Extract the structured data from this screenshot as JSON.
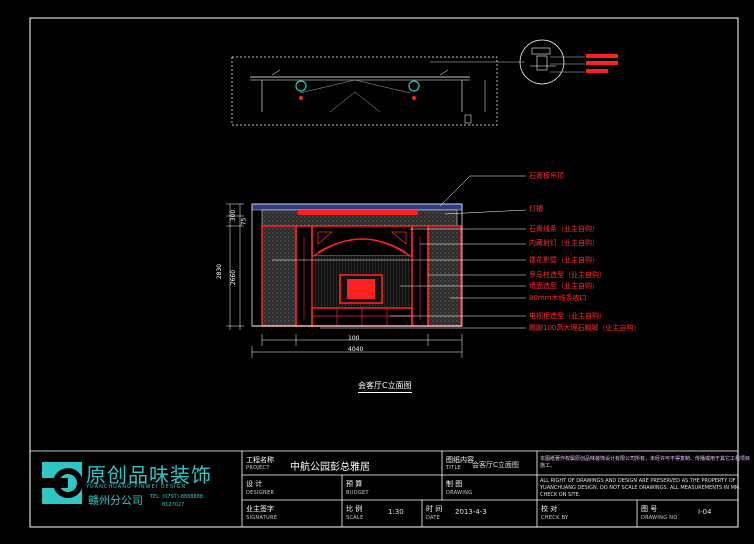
{
  "drawing": {
    "caption": "会客厅C立面图",
    "callouts": [
      "石膏板吊顶",
      "灯槽",
      "石膏线条（业主自购）",
      "内藏射灯（业主自购）",
      "镂花影壁（业主自购）",
      "罗马柱造型（业主自购）",
      "墙面造型（业主自购）",
      "80mm木线条收口",
      "电视柜造型（业主自购）",
      "踢脚100高大理石踢脚（业主自购）"
    ],
    "dimensions": [
      "300",
      "2830",
      "75",
      "2660",
      "4040",
      "100"
    ]
  },
  "titleblock": {
    "logo_cn": "原创品味装饰",
    "logo_en": "YUANCHUANG PINWEI DESIGN",
    "logo_branch": "赣州分公司",
    "logo_tel": "TEL: (0797)-8888888",
    "logo_tel2": "8127027",
    "project_cn": "工程名称",
    "project_en": "PROJECT",
    "project_value": "中航公园彭总雅居",
    "title_cn": "图纸内容",
    "title_en": "TITLE",
    "title_value": "会客厅C立面图",
    "designer_cn": "设  计",
    "designer_en": "DESIGNER",
    "budget_cn": "预  算",
    "budget_en": "BUDGET",
    "drawing_cn": "制  图",
    "drawing_en": "DRAWING",
    "signature_cn": "业主签字",
    "signature_en": "SIGNATURE",
    "scale_cn": "比  例",
    "scale_en": "SCALE",
    "scale_value": "1:30",
    "date_cn": "时  间",
    "date_en": "DATE",
    "date_value": "2013-4-3",
    "check_cn": "校  对",
    "check_en": "CHECK BY",
    "drawingno_cn": "图  号",
    "drawingno_en": "DRAWING NO",
    "drawingno_value": "I-04",
    "note_cn": "本图纸著作权属原创品味装饰设计有限公司所有，未经许可不得复制、传播或用于其它工程项目施工。",
    "note_en": "ALL RIGHT OF DRAWINGS AND DESIGN ARE PRESERVED AS THE PROPERTY OF YUANCHUANG DESIGN. DO NOT SCALE DRAWINGS. ALL MEASUREMENTS IN MM. CHECK ON SITE."
  },
  "colors": {
    "background": "#000000",
    "frame": "#ffffff",
    "accent_red": "#ff2020",
    "hatch": "#6a6a6a",
    "logo": "#31c6c6"
  }
}
